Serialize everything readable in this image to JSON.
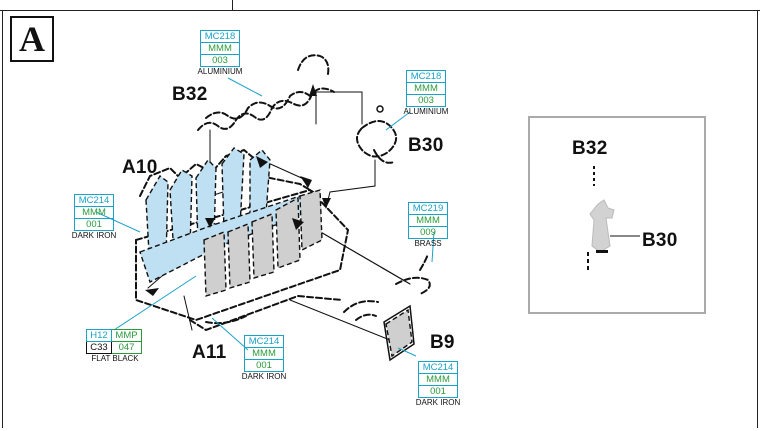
{
  "step": {
    "letter": "A"
  },
  "parts": {
    "b32": "B32",
    "b30": "B30",
    "a10": "A10",
    "a11": "A11",
    "b9": "B9"
  },
  "paint_codes": {
    "mc218_top": {
      "code": "MC218",
      "series": "MMM",
      "number": "003",
      "name": "ALUMINIUM"
    },
    "mc218_right": {
      "code": "MC218",
      "series": "MMM",
      "number": "003",
      "name": "ALUMINIUM"
    },
    "mc214_left": {
      "code": "MC214",
      "series": "MMM",
      "number": "001",
      "name": "DARK IRON"
    },
    "mc219": {
      "code": "MC219",
      "series": "MMM",
      "number": "009",
      "name": "BRASS"
    },
    "h12": {
      "code_a": "H12",
      "code_b": "C33",
      "series": "MMP",
      "number": "047",
      "name": "FLAT BLACK"
    },
    "mc214_bottom": {
      "code": "MC214",
      "series": "MMM",
      "number": "001",
      "name": "DARK IRON"
    },
    "mc214_b9": {
      "code": "MC214",
      "series": "MMM",
      "number": "001",
      "name": "DARK IRON"
    }
  },
  "inset": {
    "b32": "B32",
    "b30": "B30"
  },
  "colors": {
    "paint_code": "#1aa3c7",
    "paint_code_alt": "#2a9a3a",
    "part_fill_blue": "#bfe0f3",
    "part_fill_grey": "#cfcfcf",
    "line": "#111111"
  }
}
